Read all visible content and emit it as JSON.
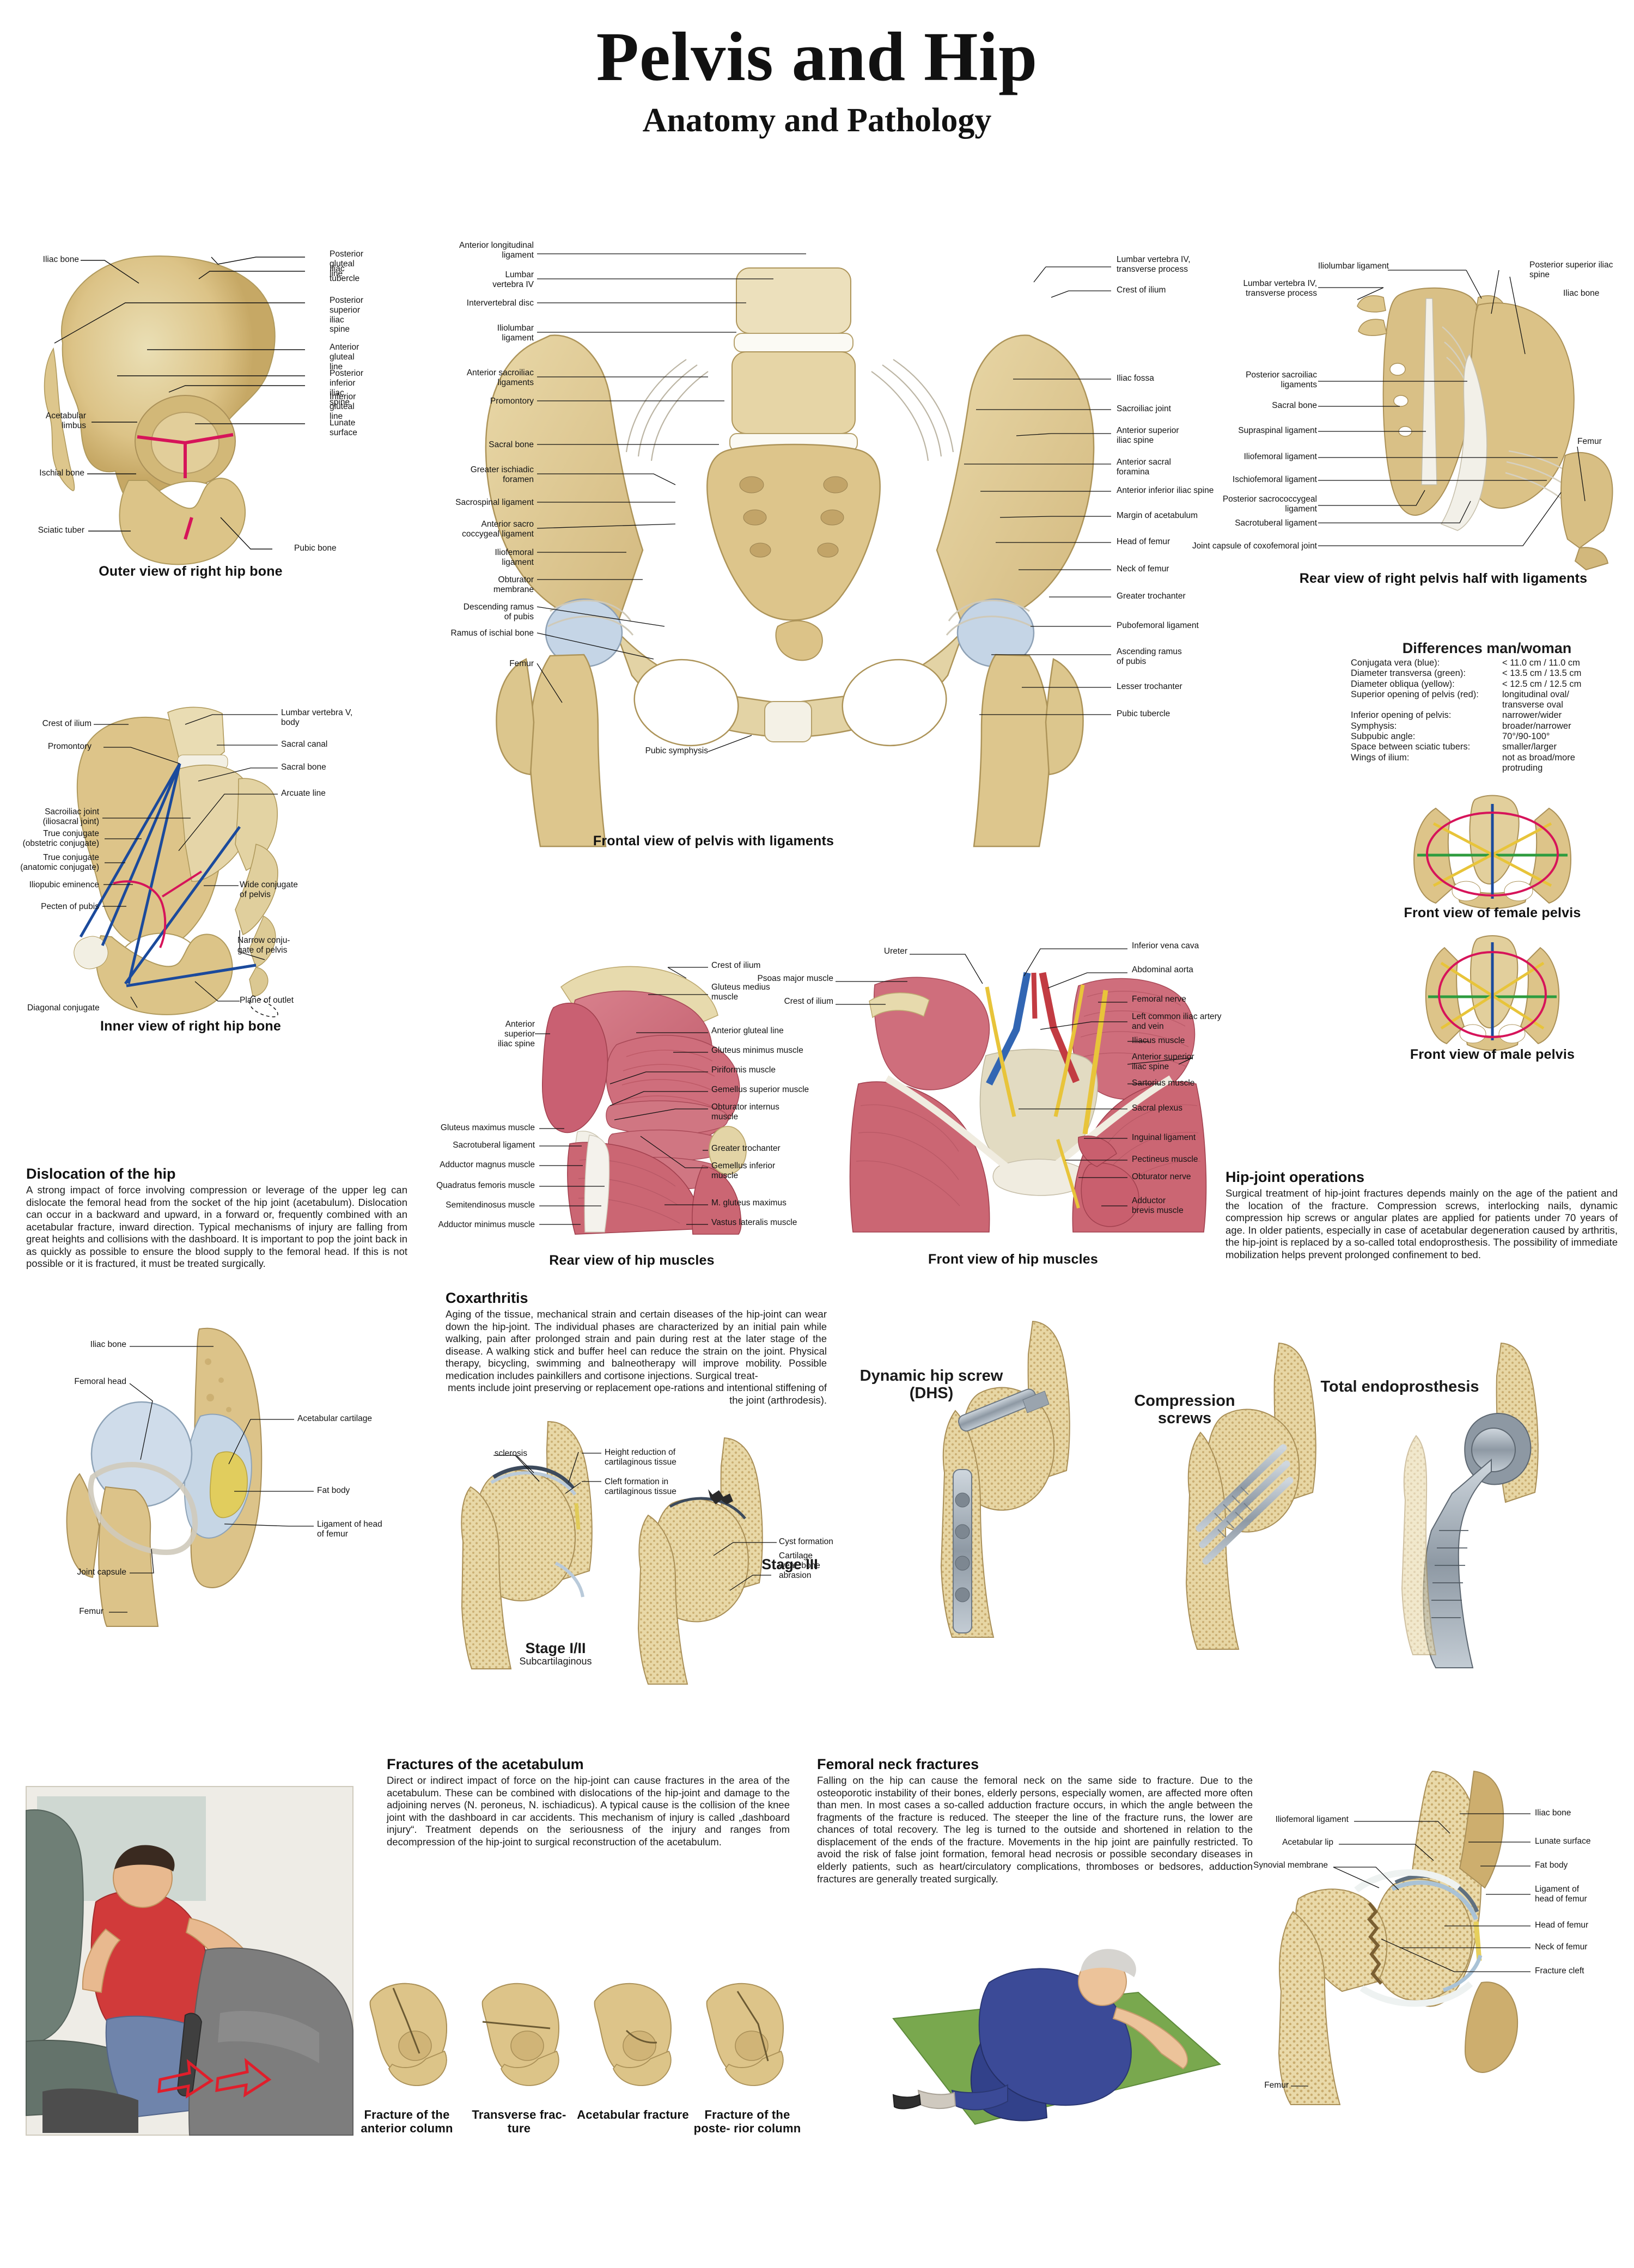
{
  "title": {
    "main": "Pelvis and Hip",
    "sub": "Anatomy and Pathology"
  },
  "panels": {
    "outer_hip_bone": {
      "caption": "Outer view of right hip bone",
      "labels_left": [
        "Iliac bone",
        "Acetabular\nlimbus",
        "Ischial bone",
        "Sciatic tuber"
      ],
      "labels_right": [
        "Posterior gluteal line",
        "Iliac tubercle",
        "Posterior superior iliac spine",
        "Anterior gluteal line",
        "Posterior inferior iliac spine",
        "Inferior gluteal line",
        "Lunate surface",
        "Pubic bone"
      ]
    },
    "inner_hip_bone": {
      "caption": "Inner view of right hip bone",
      "labels_left": [
        "Crest of ilium",
        "Promontory",
        "Sacroiliac joint\n(iliosacral  joint)",
        "True conjugate\n(obstetric conjugate)",
        "True conjugate\n(anatomic conjugate)",
        "Iliopubic eminence",
        "Pecten of pubis",
        "Diagonal conjugate"
      ],
      "labels_right": [
        "Lumbar vertebra V,\nbody",
        "Sacral canal",
        "Sacral bone",
        "Arcuate line",
        "Wide conjugate\nof pelvis",
        "Narrow conju-\ngate of pelvis",
        "Plane of outlet"
      ]
    },
    "frontal_pelvis": {
      "caption": "Frontal view of pelvis with ligaments",
      "labels_left": [
        "Anterior longitudinal\nligament",
        "Lumbar\nvertebra IV",
        "Intervertebral disc",
        "Iliolumbar\nligament",
        "Anterior sacroiliac\nligaments",
        "Promontory",
        "Sacral bone",
        "Greater ischiadic\nforamen",
        "Sacrospinal ligament",
        "Anterior sacro\ncoccygeal ligament",
        "Iliofemoral\nligament",
        "Obturator\nmembrane",
        "Descending ramus\nof pubis",
        "Ramus of ischial bone",
        "Femur",
        "Pubic symphysis"
      ],
      "labels_right": [
        "Lumbar vertebra IV,\ntransverse process",
        "Crest of ilium",
        "Iliac fossa",
        "Sacroiliac joint",
        "Anterior superior\niliac spine",
        "Anterior sacral\nforamina",
        "Anterior inferior iliac spine",
        "Margin of acetabulum",
        "Head of femur",
        "Neck of femur",
        "Greater trochanter",
        "Pubofemoral ligament",
        "Ascending ramus\nof pubis",
        "Lesser trochanter",
        "Pubic tubercle"
      ]
    },
    "rear_pelvis": {
      "caption": "Rear view of right pelvis half\nwith ligaments",
      "labels_left": [
        "Lumbar vertebra IV,\ntransverse process",
        "Posterior sacroiliac\nligaments",
        "Sacral bone",
        "Supraspinal ligament",
        "Iliofemoral ligament",
        "Ischiofemoral ligament",
        "Posterior sacrococcygeal\nligament",
        "Sacrotuberal ligament",
        "Joint capsule of coxofemoral joint"
      ],
      "labels_top": [
        "Iliolumbar ligament",
        "Posterior superior iliac\nspine",
        "Iliac bone"
      ],
      "labels_right": [
        "Femur"
      ]
    },
    "female_pelvis": {
      "caption": "Front view of female pelvis"
    },
    "male_pelvis": {
      "caption": "Front view of male pelvis"
    },
    "rear_muscles": {
      "caption": "Rear view of hip muscles",
      "labels_left": [
        "Anterior\nsuperior\niliac spine",
        "Gluteus maximus muscle",
        "Sacrotuberal ligament",
        "Adductor magnus muscle",
        "Quadratus femoris muscle",
        "Semitendinosus muscle",
        "Adductor minimus muscle"
      ],
      "labels_right": [
        "Crest of ilium",
        "Gluteus medius\nmuscle",
        "Anterior gluteal line",
        "Gluteus minimus muscle",
        "Piriformis muscle",
        "Gemellus superior muscle",
        "Obturator internus\nmuscle",
        "Greater trochanter",
        "Gemellus inferior\nmuscle",
        "M. gluteus maximus",
        "Vastus lateralis muscle"
      ]
    },
    "front_muscles": {
      "caption": "Front view of hip muscles",
      "labels_left": [
        "Psoas major muscle",
        "Crest of ilium",
        "Ureter"
      ],
      "labels_right": [
        "Inferior vena cava",
        "Abdominal aorta",
        "Femoral nerve",
        "Left common iliac artery\nand vein",
        "Iliacus muscle",
        "Anterior superior\niliac spine",
        "Sartorius muscle",
        "Sacral plexus",
        "Inguinal ligament",
        "Pectineus muscle",
        "Obturator nerve",
        "Adductor\nbrevis muscle"
      ]
    },
    "dislocation_diagram": {
      "labels_left": [
        "Iliac bone",
        "Femoral head",
        "Joint capsule",
        "Femur"
      ],
      "labels_right": [
        "Acetabular cartilage",
        "Fat body",
        "Ligament of head\nof femur"
      ]
    },
    "coxarthritis_diagram": {
      "labels": [
        "sclerosis",
        "Height reduction of\ncartilaginous tissue",
        "Cleft formation in\ncartilaginous tissue",
        "Cyst formation",
        "Cartilage wear, bone\nabrasion"
      ],
      "stage1": "Stage I/II",
      "stage1_sub": "Subcartilaginous",
      "stage3": "Stage III"
    },
    "operations": {
      "dhs": "Dynamic hip\nscrew (DHS)",
      "compression": "Compression\nscrews",
      "total": "Total\nendoprosthesis"
    },
    "acetabular_fractures": {
      "captions": [
        "Fracture of the\nanterior column",
        "Transverse frac-\nture",
        "Acetabular fracture",
        "Fracture of the poste-\nrior column"
      ]
    },
    "femoral_neck_diagram": {
      "labels_left": [
        "Iliofemoral ligament",
        "Acetabular lip",
        "Synovial membrane"
      ],
      "labels_right": [
        "Iliac bone",
        "Lunate surface",
        "Fat body",
        "Ligament of\nhead of femur",
        "Head of femur",
        "Neck of femur",
        "Fracture cleft"
      ],
      "label_bottom": "Femur"
    }
  },
  "text_blocks": {
    "dislocation": {
      "title": "Dislocation of the hip",
      "body": "A strong impact of force involving compression or leverage of the upper leg can dislocate the femoral head from the socket of the hip joint (acetabulum). Dislocation can occur in a backward and upward, in a forward or, frequently combined with an acetabular fracture, inward direction. Typical mechanisms of injury are falling from great heights and collisions with the dashboard. It is important to pop the joint back in as quickly as possible to ensure the blood supply to the femoral head. If this is not possible or it is fractured, it must be treated surgically."
    },
    "coxarthritis": {
      "title": "Coxarthritis",
      "body": "Aging of the tissue, mechanical strain and certain diseases of the hip-joint can wear down the hip-joint. The individual phases are characterized by an initial pain while walking, pain after prolonged strain and pain during rest at the later stage of the disease. A walking stick and buffer heel can reduce the strain on the joint. Physical therapy, bicycling, swimming and balneotherapy will improve mobility. Possible medication includes painkillers and cortisone injections. Surgical treat-",
      "body_indented": "ments include joint preserving or replacement ope-rations and intentional stiffening of the joint (arthrodesis)."
    },
    "hip_joint_operations": {
      "title": "Hip-joint operations",
      "body": "Surgical treatment of hip-joint fractures depends mainly on the age of the patient and the location of the fracture. Compression screws, interlocking nails, dynamic compression hip screws or angular plates are applied for patients under 70 years of age. In older patients, especially in case of acetabular degeneration caused by arthritis, the hip-joint is replaced by a so-called total endoprosthesis. The possibility of immediate mobilization helps prevent prolonged confinement to bed."
    },
    "fractures_acetabulum": {
      "title": "Fractures of the acetabulum",
      "body": "Direct or indirect impact of force on the hip-joint can cause fractures in the area of the acetabulum. These can be combined with dislocations of the hip-joint and damage to the adjoining nerves  (N. peroneus, N. ischiadicus). A typical cause is the collision of the knee joint with the dashboard in car accidents. This mechanism of injury is called „dashboard injury“. Treatment depends on the seriousness of the injury and ranges from decompression of the hip-joint to surgical reconstruction of the acetabulum."
    },
    "femoral_neck_fractures": {
      "title": "Femoral neck fractures",
      "body": "Falling on the hip can cause the femoral neck on the same side to fracture. Due to the osteoporotic instability of their bones, elderly persons, especially women, are affected more often than men. In most cases a so-called adduction fracture occurs, in which the angle between the fragments of the fracture is reduced. The steeper the line of the fracture runs, the lower are chances of total recovery. The leg is turned to the outside and shortened in relation to the displacement of the ends of the fracture. Movements in the hip joint are painfully restricted. To avoid the risk of false joint formation, femoral head necrosis or possible secondary diseases in elderly patients, such as heart/circulatory complications, thromboses or bedsores, adduction fractures are generally treated surgically."
    }
  },
  "differences": {
    "title": "Differences man/woman",
    "rows": [
      {
        "key": "Conjugata vera (blue):",
        "value": "< 11.0 cm / 11.0 cm"
      },
      {
        "key": "Diameter transversa (green):",
        "value": "< 13.5 cm / 13.5 cm"
      },
      {
        "key": "Diameter obliqua (yellow):",
        "value": "< 12.5 cm / 12.5 cm"
      },
      {
        "key": "Superior opening of pelvis (red):",
        "value": "longitudinal oval/"
      },
      {
        "key": "",
        "value": "transverse oval"
      },
      {
        "key": "Inferior opening of pelvis:",
        "value": "narrower/wider"
      },
      {
        "key": "Symphysis:",
        "value": "broader/narrower"
      },
      {
        "key": "Subpubic angle:",
        "value": "70°/90-100°"
      },
      {
        "key": "Space between sciatic tubers:",
        "value": "smaller/larger"
      },
      {
        "key": "Wings of ilium:",
        "value": "not as broad/more"
      },
      {
        "key": "",
        "value": "protruding"
      }
    ]
  },
  "colors": {
    "bone": "#dfc98d",
    "bone_dark": "#c9ac6b",
    "muscle": "#cf6e7c",
    "ligament": "#f3f1eb",
    "cartilage": "#bfd2e2",
    "blue_line": "#1b4a9c",
    "red_line": "#d6145a",
    "green_line": "#2e9c3f",
    "yellow_line": "#e8c43a",
    "metal": "#9aa3ab"
  }
}
